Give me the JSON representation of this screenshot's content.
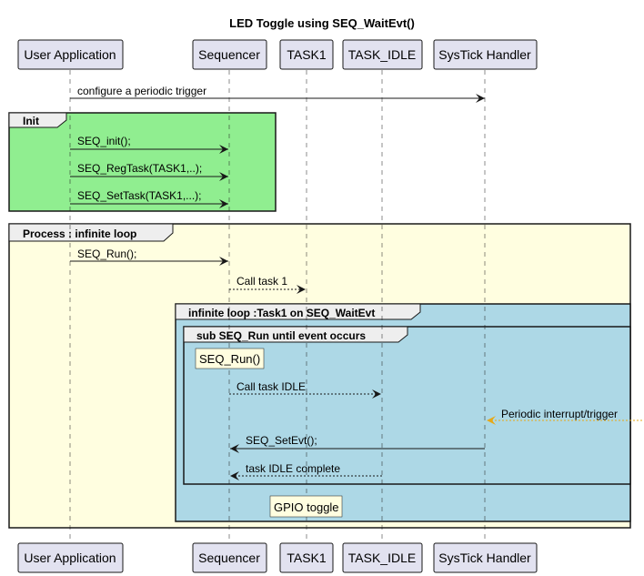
{
  "title": "LED Toggle using SEQ_WaitEvt()",
  "participants": [
    {
      "id": "user",
      "label": "User Application"
    },
    {
      "id": "seq",
      "label": "Sequencer"
    },
    {
      "id": "task1",
      "label": "TASK1"
    },
    {
      "id": "idle",
      "label": "TASK_IDLE"
    },
    {
      "id": "systick",
      "label": "SysTick Handler"
    }
  ],
  "messages": [
    {
      "label": "configure a periodic trigger",
      "from": "user",
      "to": "systick",
      "style": "solid"
    },
    {
      "label": "SEQ_init();",
      "from": "user",
      "to": "seq",
      "style": "solid"
    },
    {
      "label": "SEQ_RegTask(TASK1,..);",
      "from": "user",
      "to": "seq",
      "style": "solid"
    },
    {
      "label": "SEQ_SetTask(TASK1,...);",
      "from": "user",
      "to": "seq",
      "style": "solid"
    },
    {
      "label": "SEQ_Run();",
      "from": "user",
      "to": "seq",
      "style": "solid"
    },
    {
      "label": "Call task 1",
      "from": "seq",
      "to": "task1",
      "style": "dashed"
    },
    {
      "label": "Call task IDLE",
      "from": "seq",
      "to": "idle",
      "style": "dashed"
    },
    {
      "label": "Periodic interrupt/trigger",
      "from": "external",
      "to": "systick",
      "style": "dashed",
      "color": "#e6a817"
    },
    {
      "label": "SEQ_SetEvt();",
      "from": "systick",
      "to": "seq",
      "style": "solid"
    },
    {
      "label": "task IDLE complete",
      "from": "idle",
      "to": "seq",
      "style": "dashed"
    }
  ],
  "frames": [
    {
      "label": "Init",
      "color": "#90ee90"
    },
    {
      "label": "Process : infinite loop",
      "color": "#fffee0"
    },
    {
      "label": "infinite loop :Task1 on SEQ_WaitEvt",
      "color": "#add8e6"
    },
    {
      "label": "sub SEQ_Run until event occurs",
      "color": "#add8e6"
    }
  ],
  "notes": [
    {
      "label": "SEQ_Run()"
    },
    {
      "label": "GPIO toggle"
    }
  ],
  "colors": {
    "participant_fill": "#e2e2f0",
    "participant_border": "#181818",
    "note_fill": "#fffee0",
    "interrupt_arrow": "#e6a817"
  }
}
